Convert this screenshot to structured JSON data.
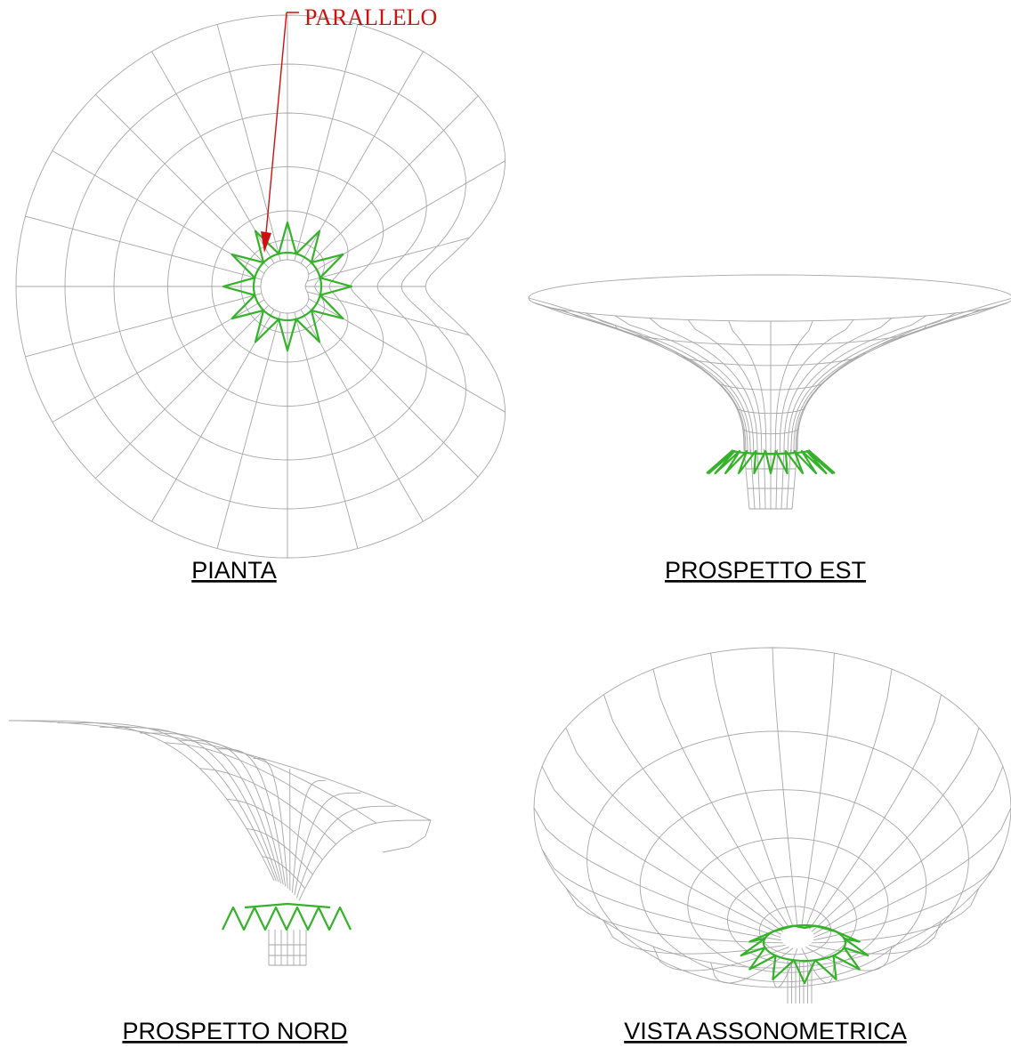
{
  "annotation": {
    "text": "PARALLELO",
    "color": "#cc1111"
  },
  "views": {
    "pianta": {
      "title": "PIANTA"
    },
    "prospetto_est": {
      "title": "PROSPETTO EST"
    },
    "prospetto_nord": {
      "title": "PROSPETTO NORD"
    },
    "assonometrica": {
      "title": "VISTA ASSONOMETRICA"
    }
  },
  "colors": {
    "mesh": "#a6a6a6",
    "tie": "#35b22a",
    "caption": "#000000",
    "background": "#ffffff"
  }
}
